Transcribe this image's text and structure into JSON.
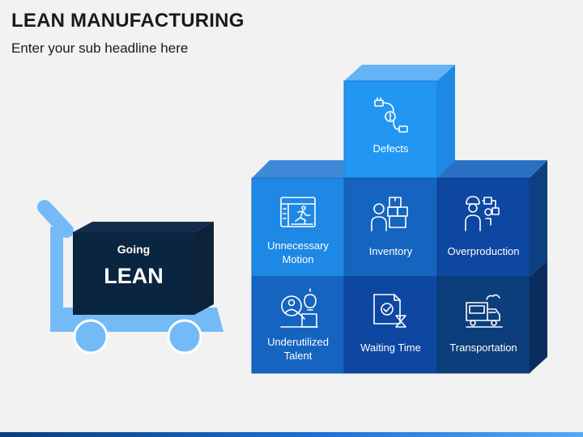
{
  "header": {
    "title": "LEAN MANUFACTURING",
    "subtitle": "Enter your sub headline here"
  },
  "cart": {
    "line1": "Going",
    "line2": "LEAN"
  },
  "blocks": {
    "defects": {
      "label": "Defects",
      "icon": "broken-cable-icon"
    },
    "unnecessary_motion": {
      "label1": "Unnecessary",
      "label2": "Motion",
      "icon": "running-person-screen-icon"
    },
    "inventory": {
      "label": "Inventory",
      "icon": "worker-with-boxes-icon"
    },
    "overproduction": {
      "label": "Overproduction",
      "icon": "worker-with-gears-icon"
    },
    "underutilized_talent": {
      "label1": "Underutilized",
      "label2": "Talent",
      "icon": "magnifier-person-bulb-icon"
    },
    "waiting_time": {
      "label": "Waiting Time",
      "icon": "document-hourglass-icon"
    },
    "transportation": {
      "label": "Transportation",
      "icon": "delivery-truck-icon"
    }
  },
  "colors": {
    "light_blue": "#2196f3",
    "mid_blue": "#1565c0",
    "dark_blue": "#0b3e7a",
    "cart_frame": "#74baf7",
    "cart_box": "#0a2540"
  }
}
